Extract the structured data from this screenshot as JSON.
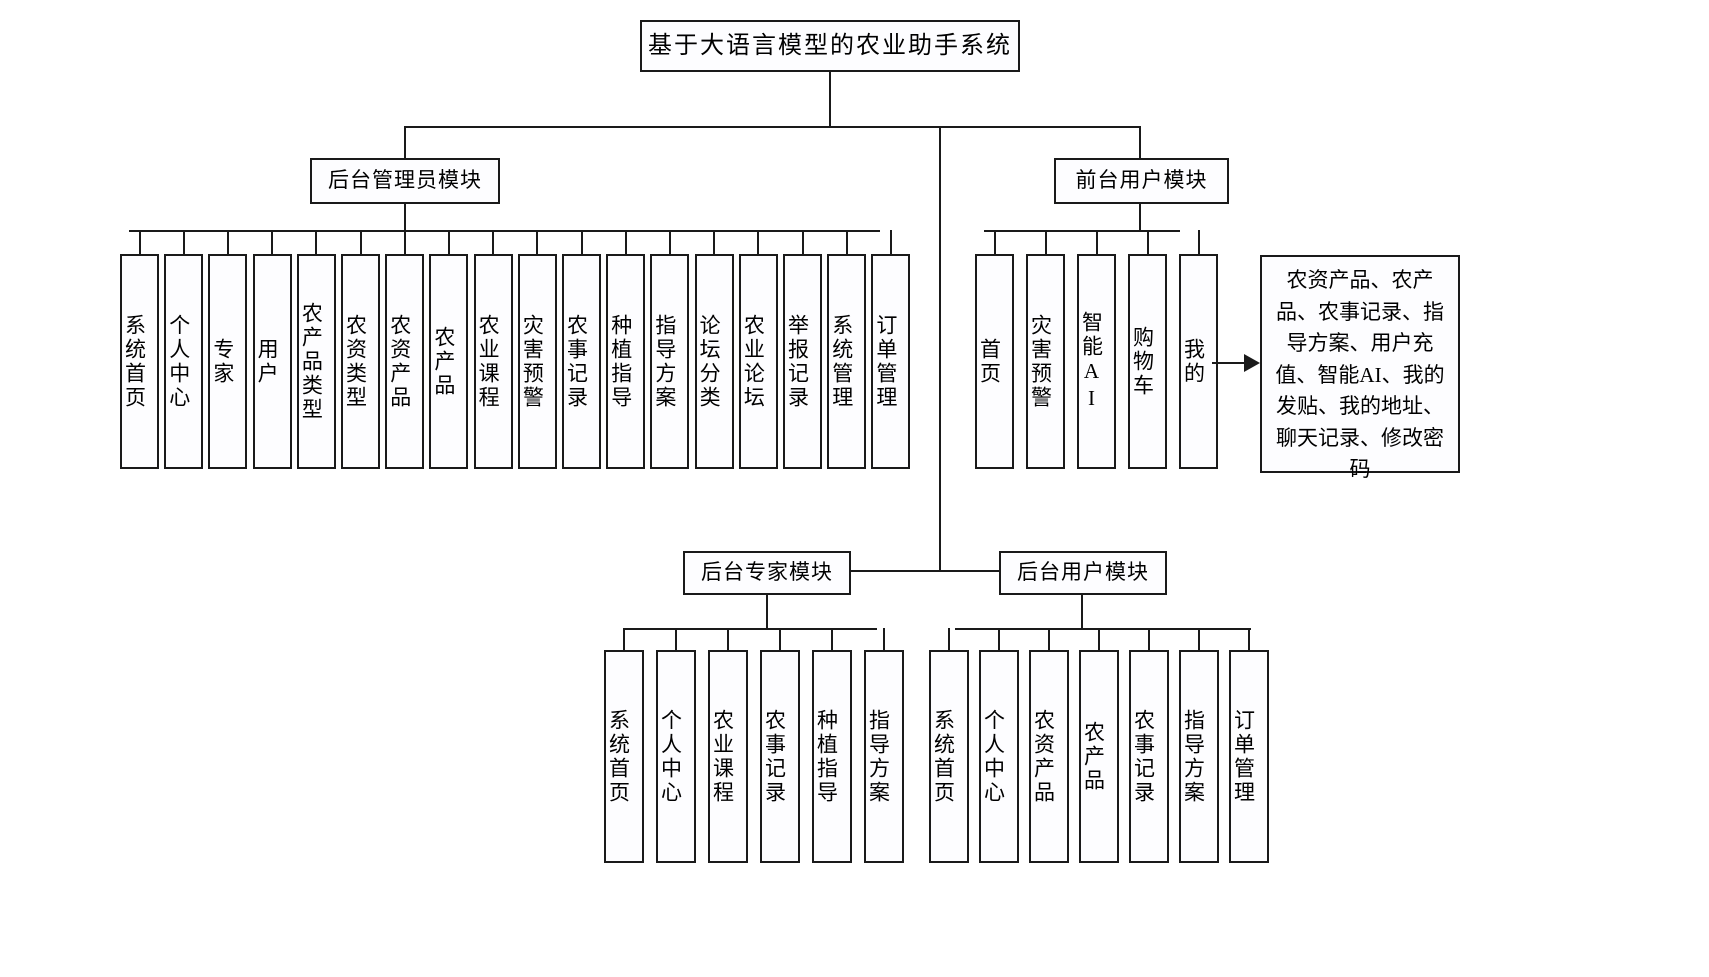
{
  "diagram": {
    "title": "基于大语言模型的农业助手系统",
    "modules": {
      "admin": {
        "label": "后台管理员模块",
        "items": [
          "系统首页",
          "个人中心",
          "专家",
          "用户",
          "农产品类型",
          "农资类型",
          "农资产品",
          "农产品",
          "农业课程",
          "灾害预警",
          "农事记录",
          "种植指导",
          "指导方案",
          "论坛分类",
          "农业论坛",
          "举报记录",
          "系统管理",
          "订单管理"
        ]
      },
      "front_user": {
        "label": "前台用户模块",
        "items": [
          "首页",
          "灾害预警",
          "智能AI",
          "购物车",
          "我的"
        ],
        "detail": "农资产品、农产品、农事记录、指导方案、用户充值、智能AI、我的发贴、我的地址、聊天记录、修改密码"
      },
      "expert": {
        "label": "后台专家模块",
        "items": [
          "系统首页",
          "个人中心",
          "农业课程",
          "农事记录",
          "种植指导",
          "指导方案"
        ]
      },
      "back_user": {
        "label": "后台用户模块",
        "items": [
          "系统首页",
          "个人中心",
          "农资产品",
          "农产品",
          "农事记录",
          "指导方案",
          "订单管理"
        ]
      }
    },
    "colors": {
      "stroke": "#1a1a1a",
      "fill": "#fdfdff",
      "text": "#000000",
      "background": "#ffffff"
    }
  }
}
